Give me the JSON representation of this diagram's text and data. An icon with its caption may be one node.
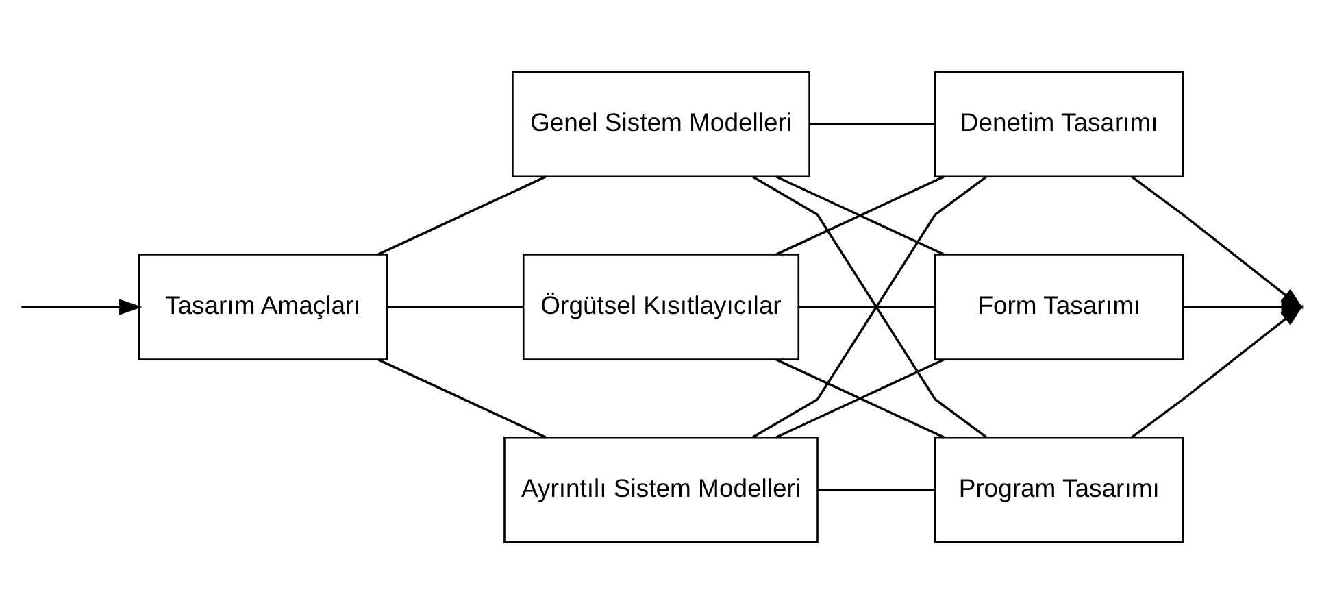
{
  "diagram": {
    "nodes": [
      {
        "text": [
          "Tasarım Amaçları"
        ]
      },
      {
        "text": [
          "Genel Sistem Modelleri"
        ]
      },
      {
        "text": [
          "Örgütsel Kısıtlayıcılar"
        ]
      },
      {
        "text": [
          "Ayrıntılı Sistem Modelleri"
        ]
      },
      {
        "text": [
          "Denetim Tasarımı"
        ]
      },
      {
        "text": [
          "Form Tasarımı"
        ]
      },
      {
        "text": [
          "Program Tasarımı"
        ]
      }
    ],
    "edges": [
      {
        "from": null,
        "to": 0,
        "arrow": "to"
      },
      {
        "from": 0,
        "to": 1,
        "arrow": "none"
      },
      {
        "from": 0,
        "to": 2,
        "arrow": "none"
      },
      {
        "from": 0,
        "to": 3,
        "arrow": "none"
      },
      {
        "from": 1,
        "to": 4,
        "arrow": "none"
      },
      {
        "from": 1,
        "to": 5,
        "arrow": "none"
      },
      {
        "from": 1,
        "to": 6,
        "arrow": "none"
      },
      {
        "from": 2,
        "to": 4,
        "arrow": "none"
      },
      {
        "from": 2,
        "to": 5,
        "arrow": "none"
      },
      {
        "from": 2,
        "to": 6,
        "arrow": "none"
      },
      {
        "from": 3,
        "to": 4,
        "arrow": "none"
      },
      {
        "from": 3,
        "to": 5,
        "arrow": "none"
      },
      {
        "from": 3,
        "to": 6,
        "arrow": "none"
      },
      {
        "from": 4,
        "to": null,
        "arrow": "to"
      },
      {
        "from": 5,
        "to": null,
        "arrow": "to"
      },
      {
        "from": 6,
        "to": null,
        "arrow": "to"
      }
    ]
  }
}
